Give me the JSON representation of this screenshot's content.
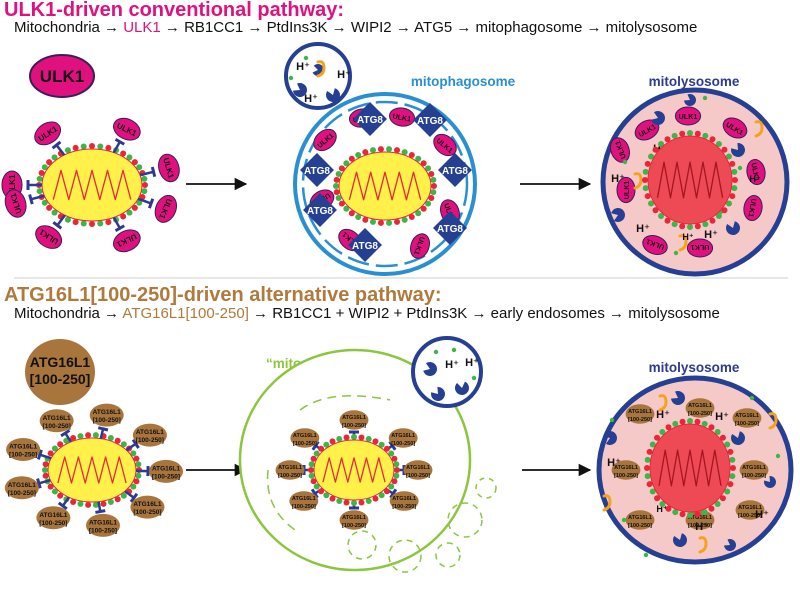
{
  "top": {
    "header": "ULK1-driven conventional pathway:",
    "route": [
      {
        "text": "Mitochondria → "
      },
      {
        "text": "ULK1",
        "highlight": true
      },
      {
        "text": " → RB1CC1 → PtdIns3K → WIPI2 → ATG5 → mitophagosome → mitolysosome"
      }
    ],
    "ulk1_badge": "ULK1",
    "receptor_label": "ULK1",
    "atg8_label": "ATG8",
    "proton": "H⁺",
    "mitophagosome_label": "mitophagosome",
    "mitolysosome_label": "mitolysosome"
  },
  "bottom": {
    "header": "ATG16L1[100-250]-driven alternative pathway:",
    "route": [
      {
        "text": "Mitochondria → "
      },
      {
        "text": "ATG16L1[100-250]",
        "highlight": true
      },
      {
        "text": " → RB1CC1 + WIPI2 + PtdIns3K → early endosomes → mitolysosome"
      }
    ],
    "badge_line1": "ATG16L1",
    "badge_line2": "[100-250]",
    "receptor_line1": "ATG16L1",
    "receptor_line2": "[100-250]",
    "proton": "H⁺",
    "mitoendosome_label": "“mito-endosome”",
    "mitolysosome_label": "mitolysosome"
  },
  "colors": {
    "magenta": "#e0117f",
    "brown": "#b07a3c",
    "badge_brown": "#a8753c",
    "navy": "#2e3a8f",
    "blue": "#2a8fd0",
    "green": "#8cc63e",
    "mito_yellow": "#fff04a",
    "mito_red": "#e7283a",
    "lysosome_pink": "#f6c9c9",
    "lyso_mito": "#ee4a55",
    "dark_blue": "#253f92",
    "proton_green": "#3db54a",
    "orange": "#f7a21b"
  }
}
